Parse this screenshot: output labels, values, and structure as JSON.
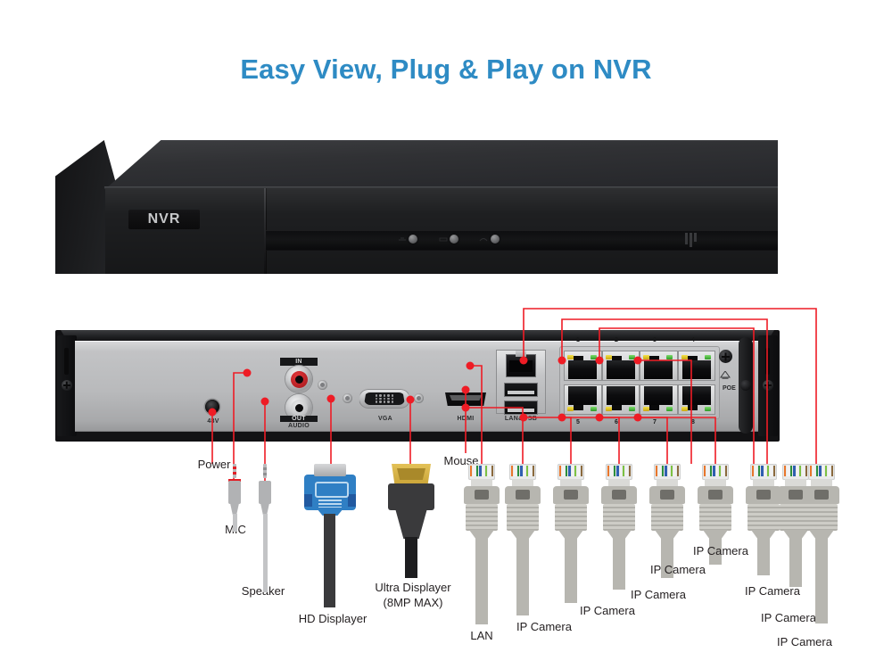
{
  "page": {
    "title": "Easy View, Plug & Play on NVR",
    "title_color": "#2e8bc4",
    "accent_color": "#ee1c25",
    "background": "#ffffff"
  },
  "front_panel": {
    "brand_badge": "NVR",
    "indicator_count": 3,
    "indicators": [
      "power-led",
      "hdd-led",
      "network-led"
    ],
    "logo": "three-bars-logo"
  },
  "rear_panel": {
    "ports": [
      {
        "id": "power",
        "label": "48V",
        "sub": "",
        "type": "dc-power-jack"
      },
      {
        "id": "audio-in",
        "label": "IN",
        "sub": "",
        "type": "rca-jack-red"
      },
      {
        "id": "audio-out",
        "label": "OUT",
        "sub": "AUDIO",
        "type": "rca-jack-black"
      },
      {
        "id": "vga",
        "label": "VGA",
        "sub": "",
        "type": "vga-db15"
      },
      {
        "id": "hdmi",
        "label": "HDMI",
        "sub": "",
        "type": "hdmi-type-a"
      },
      {
        "id": "lanusb",
        "label": "LAN&USB",
        "sub": "",
        "type": "rj45-plus-usb"
      }
    ],
    "poe": {
      "label": "POE",
      "port_count": 8,
      "top_row_numbers": [
        "1",
        "2",
        "3",
        "4"
      ],
      "bottom_row_numbers": [
        "5",
        "6",
        "7",
        "8"
      ],
      "led_colors": {
        "link": "#f3e14a",
        "activity": "#7ddc6a"
      }
    }
  },
  "callout_labels": [
    {
      "id": "power",
      "text": "Power"
    },
    {
      "id": "mic",
      "text": "MIC"
    },
    {
      "id": "speaker",
      "text": "Speaker"
    },
    {
      "id": "hd-displayer",
      "text": "HD Displayer"
    },
    {
      "id": "ultra-line1",
      "text": "Ultra Displayer"
    },
    {
      "id": "ultra-line2",
      "text": "(8MP MAX)"
    },
    {
      "id": "mouse",
      "text": "Mouse"
    }
  ],
  "cables": [
    {
      "id": "cable-lan",
      "label": "LAN",
      "type": "rj45"
    },
    {
      "id": "cable-ipcam-1",
      "label": "IP Camera",
      "type": "rj45"
    },
    {
      "id": "cable-ipcam-2",
      "label": "IP Camera",
      "type": "rj45"
    },
    {
      "id": "cable-ipcam-3",
      "label": "IP Camera",
      "type": "rj45"
    },
    {
      "id": "cable-ipcam-4",
      "label": "IP Camera",
      "type": "rj45"
    },
    {
      "id": "cable-ipcam-5",
      "label": "IP Camera",
      "type": "rj45"
    },
    {
      "id": "cable-ipcam-6",
      "label": "IP Camera",
      "type": "rj45"
    },
    {
      "id": "cable-ipcam-7",
      "label": "IP Camera",
      "type": "rj45"
    },
    {
      "id": "cable-ipcam-8",
      "label": "IP Camera",
      "type": "rj45"
    }
  ]
}
